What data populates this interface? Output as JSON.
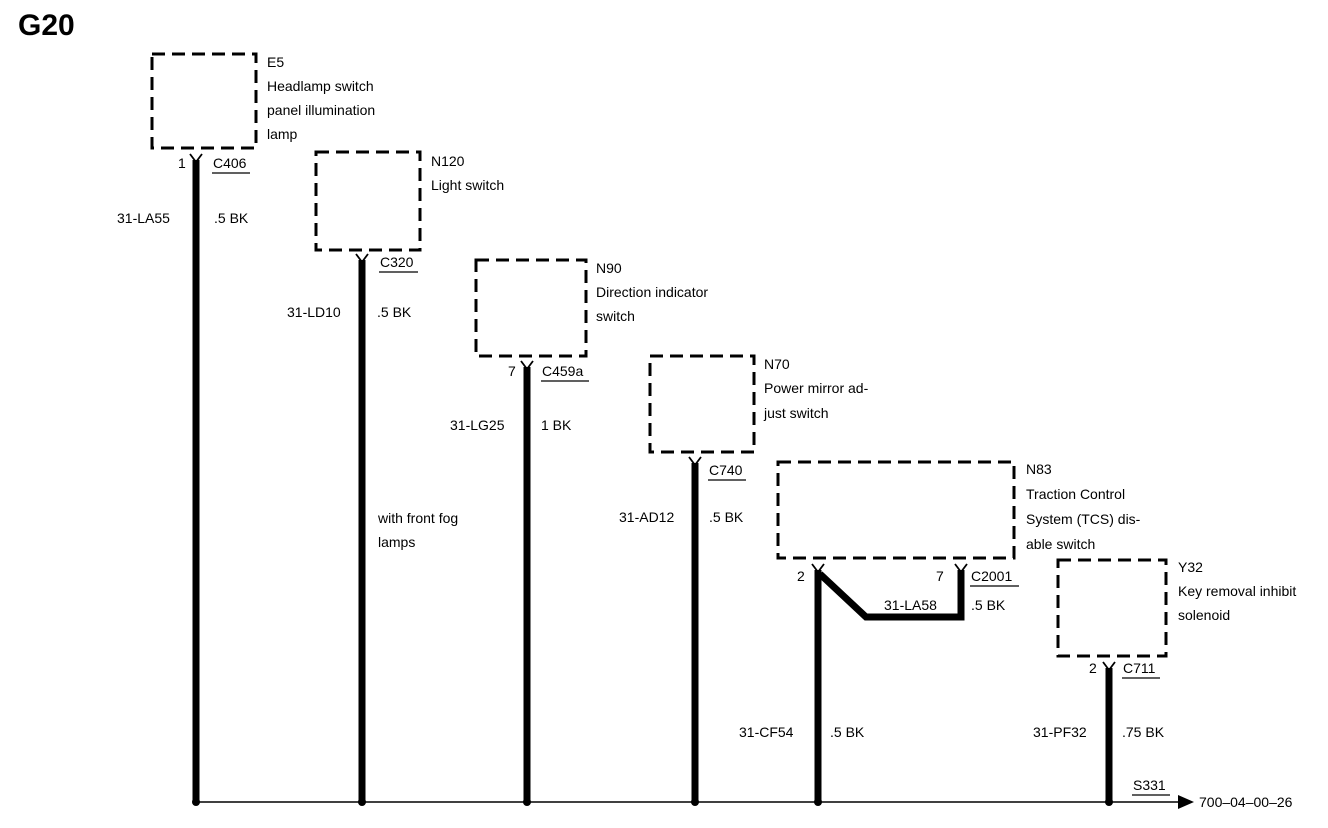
{
  "title": "G20",
  "components": [
    {
      "code": "E5",
      "lines": [
        "Headlamp switch",
        "panel illumination",
        "lamp"
      ],
      "pin": "1",
      "connector": "C406",
      "wire": "31-LA55",
      "size": ".5 BK"
    },
    {
      "code": "N120",
      "lines": [
        "Light switch"
      ],
      "pin": "",
      "connector": "C320",
      "wire": "31-LD10",
      "size": ".5 BK",
      "note": [
        "with front fog",
        "lamps"
      ]
    },
    {
      "code": "N90",
      "lines": [
        "Direction indicator",
        "switch"
      ],
      "pin": "7",
      "connector": "C459a",
      "wire": "31-LG25",
      "size": "1 BK"
    },
    {
      "code": "N70",
      "lines": [
        "Power mirror ad-",
        "just switch"
      ],
      "pin": "",
      "connector": "C740",
      "wire": "31-AD12",
      "size": ".5 BK"
    },
    {
      "code": "N83",
      "lines": [
        "Traction Control",
        "System (TCS) dis-",
        "able switch"
      ],
      "pin_left": "2",
      "pin_right": "7",
      "connector": "C2001",
      "wire": "31-CF54",
      "size": ".5 BK",
      "jumper_wire": "31-LA58",
      "jumper_size": ".5 BK"
    },
    {
      "code": "Y32",
      "lines": [
        "Key removal inhibit",
        "solenoid"
      ],
      "pin": "2",
      "connector": "C711",
      "wire": "31-PF32",
      "size": ".75 BK"
    }
  ],
  "ground": {
    "splice": "S331",
    "reference": "700–04–00–26"
  }
}
